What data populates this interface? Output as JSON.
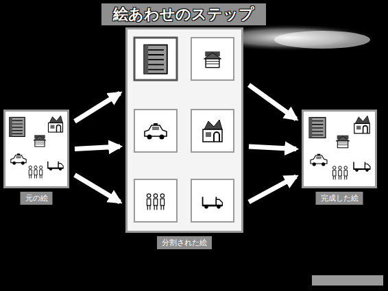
{
  "diagram": {
    "title": "絵あわせのステップ",
    "nodes": [
      {
        "text": [
          "元の絵"
        ]
      },
      {
        "text": [
          "分割された絵"
        ]
      },
      {
        "text": [
          "完成した絵"
        ]
      }
    ],
    "edges": [
      {
        "from": 0,
        "to": 1,
        "arrow": "to"
      },
      {
        "from": 0,
        "to": 1,
        "arrow": "to"
      },
      {
        "from": 0,
        "to": 1,
        "arrow": "to"
      },
      {
        "from": 1,
        "to": 2,
        "arrow": "to"
      },
      {
        "from": 1,
        "to": 2,
        "arrow": "to"
      },
      {
        "from": 1,
        "to": 2,
        "arrow": "to"
      }
    ]
  }
}
